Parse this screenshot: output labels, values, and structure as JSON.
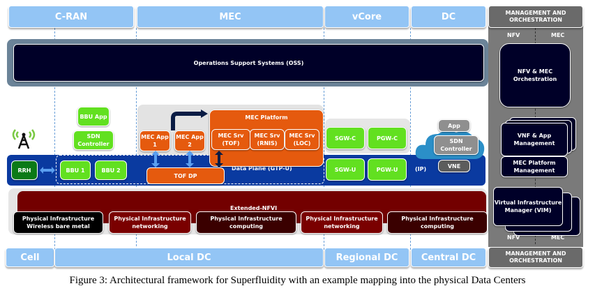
{
  "top_headers": [
    "C-RAN",
    "MEC",
    "vCore",
    "DC"
  ],
  "bottom_headers": [
    "Cell",
    "Local DC",
    "Regional DC",
    "Central DC"
  ],
  "management": {
    "header_top": "MANAGEMENT AND ORCHESTRATION",
    "header_bottom": "MANAGEMENT AND ORCHESTRATION",
    "col_nfv": "NFV",
    "col_mec": "MEC",
    "orchestration": "NFV & MEC Orchestration",
    "vnf_app_mgmt": "VNF & App Management",
    "mec_platform_mgmt": "MEC Platform Management",
    "vim": "Virtual Infrastructure Manager (VIM)"
  },
  "oss": "Operations Support Systems (OSS)",
  "cran": {
    "rrh": "RRH",
    "bbu1": "BBU 1",
    "bbu2": "BBU 2",
    "bbu_app": "BBU App",
    "sdn_controller": "SDN Controller"
  },
  "mec": {
    "platform_title": "MEC Platform",
    "app1": "MEC App 1",
    "app2": "MEC App 2",
    "srv_tof": "MEC Srv (TOF)",
    "srv_rnis": "MEC Srv (RNIS)",
    "srv_loc": "MEC Srv (LOC)",
    "tof_dp": "TOF DP"
  },
  "data_plane": "Data Plane (GTP-U)",
  "vcore": {
    "sgw_c": "SGW-C",
    "pgw_c": "PGW-C",
    "sgw_u": "SGW-U",
    "pgw_u": "PGW-U"
  },
  "dc": {
    "ip": "(IP)",
    "app": "App",
    "sdn_controller": "SDN Controller",
    "vne": "VNE"
  },
  "nfvi": {
    "title": "Extended-NFVI",
    "items": [
      "Physical Infrastructure Wireless bare metal",
      "Physical Infrastructure networking",
      "Physical Infrastructure computing",
      "Physical Infrastructure networking",
      "Physical Infrastructure computing"
    ]
  },
  "caption": "Figure 3: Architectural framework for Superfluidity with an example mapping into the physical Data Centers",
  "colors": {
    "header_blue": "#93c5f5",
    "navy": "#000028",
    "data_plane_blue": "#0a3aa0",
    "green": "#62e020",
    "orange": "#e55a0e",
    "nfvi_red": "#730000",
    "mgmt_gray": "#6a6a6a"
  }
}
